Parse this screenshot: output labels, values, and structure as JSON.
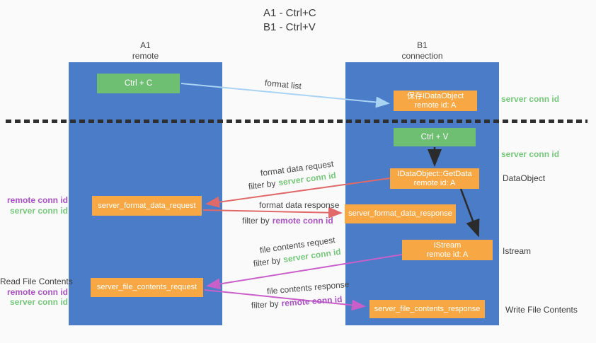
{
  "title": {
    "line1": "A1 - Ctrl+C",
    "line2": "B1 - Ctrl+V"
  },
  "lanes": {
    "left": {
      "name": "A1",
      "role": "remote"
    },
    "right": {
      "name": "B1",
      "role": "connection"
    }
  },
  "nodes": {
    "ctrl_c": {
      "label": "Ctrl + C"
    },
    "ctrl_v": {
      "label": "Ctrl + V"
    },
    "save_idataobject": {
      "line1": "保存IDataObject",
      "line2": "remote id: A"
    },
    "idataobject_getdata": {
      "line1": "IDataObject::GetData",
      "line2": "remote id: A"
    },
    "istream": {
      "line1": "IStream",
      "line2": "remote id: A"
    },
    "server_format_data_request": {
      "label": "server_format_data_request"
    },
    "server_format_data_response": {
      "label": "server_format_data_response"
    },
    "server_file_contents_request": {
      "label": "server_file_contents_request"
    },
    "server_file_contents_response": {
      "label": "server_file_contents_response"
    }
  },
  "arrow_labels": {
    "format_list": "format list",
    "format_data_request": "format data request",
    "format_data_response": "format data response",
    "file_contents_request": "file contents request",
    "file_contents_response": "file contents response",
    "filter_by": "filter by",
    "server_conn_id": "server conn id",
    "remote_conn_id": "remote conn id"
  },
  "side_labels": {
    "server_conn_id_top": "server conn id",
    "server_conn_id_mid": "server conn id",
    "dataobject": "DataObject",
    "istream": "Istream",
    "write_file_contents": "Write File Contents",
    "read_file_contents": "Read File Contents",
    "remote_conn_id_1": "remote conn id",
    "server_conn_id_1": "server conn id",
    "remote_conn_id_2": "remote conn id",
    "server_conn_id_2": "server conn id"
  },
  "colors": {
    "lane_blue": "#4a7cc7",
    "node_orange": "#f7a844",
    "node_green": "#6fbf73",
    "text_green": "#76c77c",
    "text_purple": "#a851c1",
    "arrow_red": "#e06a6a",
    "arrow_magenta": "#c95fc9",
    "arrow_light_blue": "#a9d3f2",
    "arrow_black": "#2b2b2b",
    "dotted_line": "#2f2f2f"
  }
}
